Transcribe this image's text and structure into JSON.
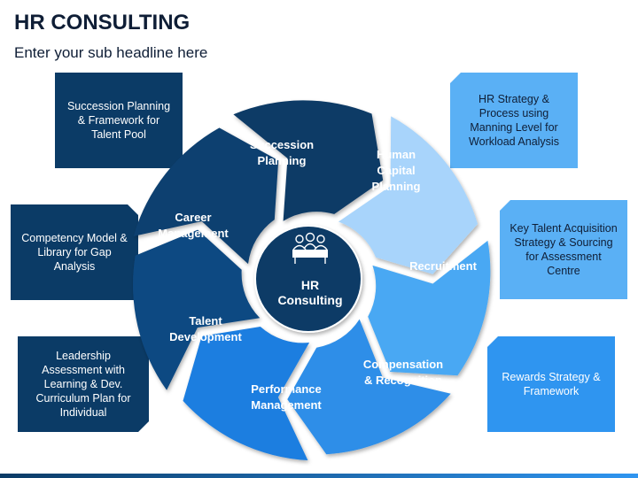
{
  "header": {
    "title": "HR CONSULTING",
    "subtitle": "Enter your sub headline here"
  },
  "center": {
    "label_line1": "HR",
    "label_line2": "Consulting",
    "icon": "meeting-people-icon"
  },
  "segments": [
    {
      "key": "succession",
      "line1": "Succession",
      "line2": "Planning",
      "line3": "",
      "color": "#0e3a66"
    },
    {
      "key": "human-capital",
      "line1": "Human",
      "line2": "Capital",
      "line3": "Planning",
      "color": "#a8d4fb"
    },
    {
      "key": "recruitment",
      "line1": "Recruitment",
      "line2": "",
      "line3": "",
      "color": "#4aa8f3"
    },
    {
      "key": "compensation",
      "line1": "Compensation",
      "line2": "& Recognition",
      "line3": "",
      "color": "#2e8ee8"
    },
    {
      "key": "performance",
      "line1": "Performance",
      "line2": "Management",
      "line3": "",
      "color": "#1f7ee0"
    },
    {
      "key": "talent-development",
      "line1": "Talent",
      "line2": "Development",
      "line3": "",
      "color": "#114a82"
    },
    {
      "key": "career",
      "line1": "Career",
      "line2": "Management",
      "line3": "",
      "color": "#0f3f6f"
    }
  ],
  "boxes": {
    "succession": "Succession Planning & Framework for Talent Pool",
    "competency": "Competency Model & Library for Gap Analysis",
    "leadership": "Leadership Assessment with Learning & Dev. Curriculum Plan for Individual",
    "hr_strategy": "HR Strategy & Process using Manning Level for Workload Analysis",
    "talent_acquisition": "Key Talent Acquisition Strategy & Sourcing for Assessment Centre",
    "rewards": "Rewards Strategy & Framework"
  }
}
